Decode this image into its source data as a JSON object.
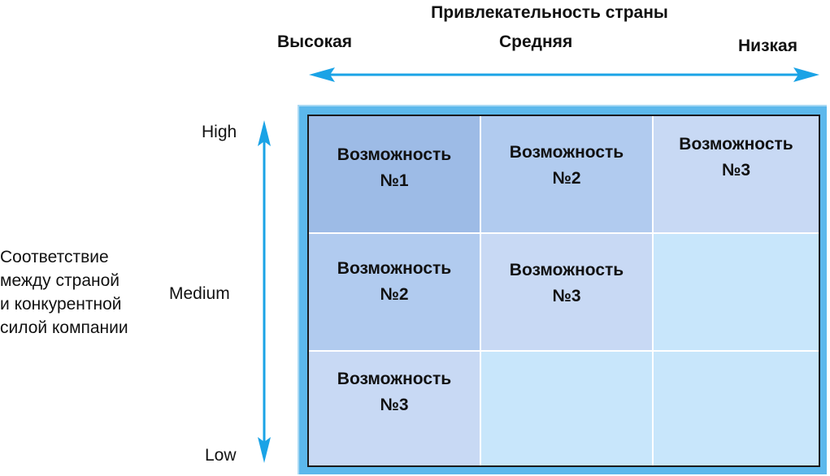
{
  "diagram": {
    "top_title": "Привлекательность страны",
    "columns": [
      "Высокая",
      "Средняя",
      "Низкая"
    ],
    "y_title_lines": [
      "Соответствие",
      "между страной",
      "и конкурентной",
      "силой компании"
    ],
    "rows": [
      "High",
      "Medium",
      "Low"
    ],
    "cells": [
      [
        "Возможность\n№1",
        "Возможность\n№2",
        "Возможность\n№3"
      ],
      [
        "Возможность\n№2",
        "Возможность\n№3",
        ""
      ],
      [
        "Возможность\n№3",
        "",
        ""
      ]
    ],
    "colors": {
      "arrow": "#1aa3e6",
      "frame": "#5cb8ec",
      "cell_dark": "#9dbbe6",
      "cell_mid": "#b1cbef",
      "cell_light": "#c8d9f4",
      "cell_empty": "#c8e6fb"
    }
  }
}
